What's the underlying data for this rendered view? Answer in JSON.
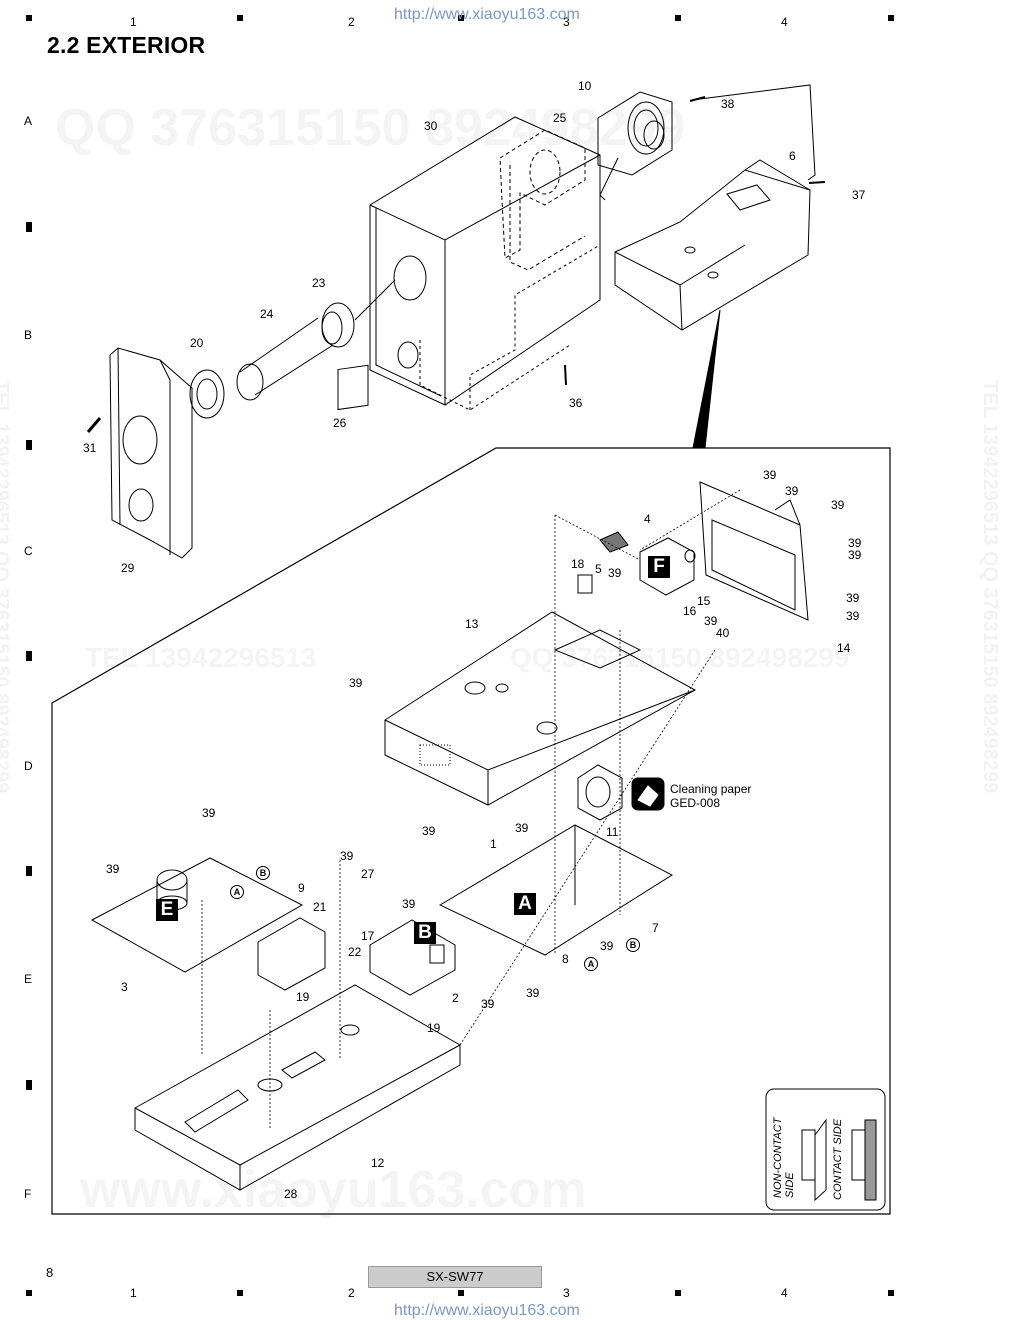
{
  "header": {
    "title": "2.2  EXTERIOR",
    "url": "http://www.xiaoyu163.com"
  },
  "footer": {
    "page_number": "8",
    "model": "SX-SW77",
    "url": "http://www.xiaoyu163.com"
  },
  "grid": {
    "columns": [
      "1",
      "2",
      "3",
      "4"
    ],
    "rows": [
      "A",
      "B",
      "C",
      "D",
      "E",
      "F"
    ]
  },
  "watermarks": {
    "qq": "QQ 376315150  892498299",
    "tel": "TEL 13942296513",
    "qq2": "QQ 376315150  892498299",
    "site": "www.xiaoyu163.com",
    "side": "TEL 13942296513  QQ 376315150  892498299"
  },
  "callouts": {
    "c10": "10",
    "c38": "38",
    "c30": "30",
    "c25": "25",
    "c6": "6",
    "c37": "37",
    "c23": "23",
    "c24": "24",
    "c20": "20",
    "c31": "31",
    "c26": "26",
    "c36": "36",
    "c29": "29",
    "c4": "4",
    "c18": "18",
    "c5": "5",
    "c39a": "39",
    "c15": "15",
    "c16": "16",
    "c13": "13",
    "c39b": "39",
    "c39c": "39",
    "c39d": "39",
    "c39e": "39",
    "c39f": "39",
    "c39g": "39",
    "c39h": "39",
    "c39i": "39",
    "c40": "40",
    "c14": "14",
    "c39j": "39",
    "c39k": "39",
    "c39l": "39",
    "c11": "11",
    "c1": "1",
    "c39m": "39",
    "c39n": "39",
    "c9": "9",
    "c39o": "39",
    "c27": "27",
    "c21": "21",
    "c3": "3",
    "c17": "17",
    "c39p": "39",
    "c22": "22",
    "c2": "2",
    "c19a": "19",
    "c19b": "19",
    "c39q": "39",
    "c12": "12",
    "c28": "28",
    "c7": "7",
    "c39r": "39",
    "c8": "8",
    "c39s": "39"
  },
  "boards": {
    "A": "A",
    "B": "B",
    "E": "E",
    "F": "F"
  },
  "markers": {
    "a": "A",
    "b": "B"
  },
  "cleaning": {
    "line1": "Cleaning paper",
    "line2": "GED-008"
  },
  "legend": {
    "noncontact1": "NON-CONTACT",
    "noncontact2": "SIDE",
    "contact": "CONTACT SIDE"
  }
}
